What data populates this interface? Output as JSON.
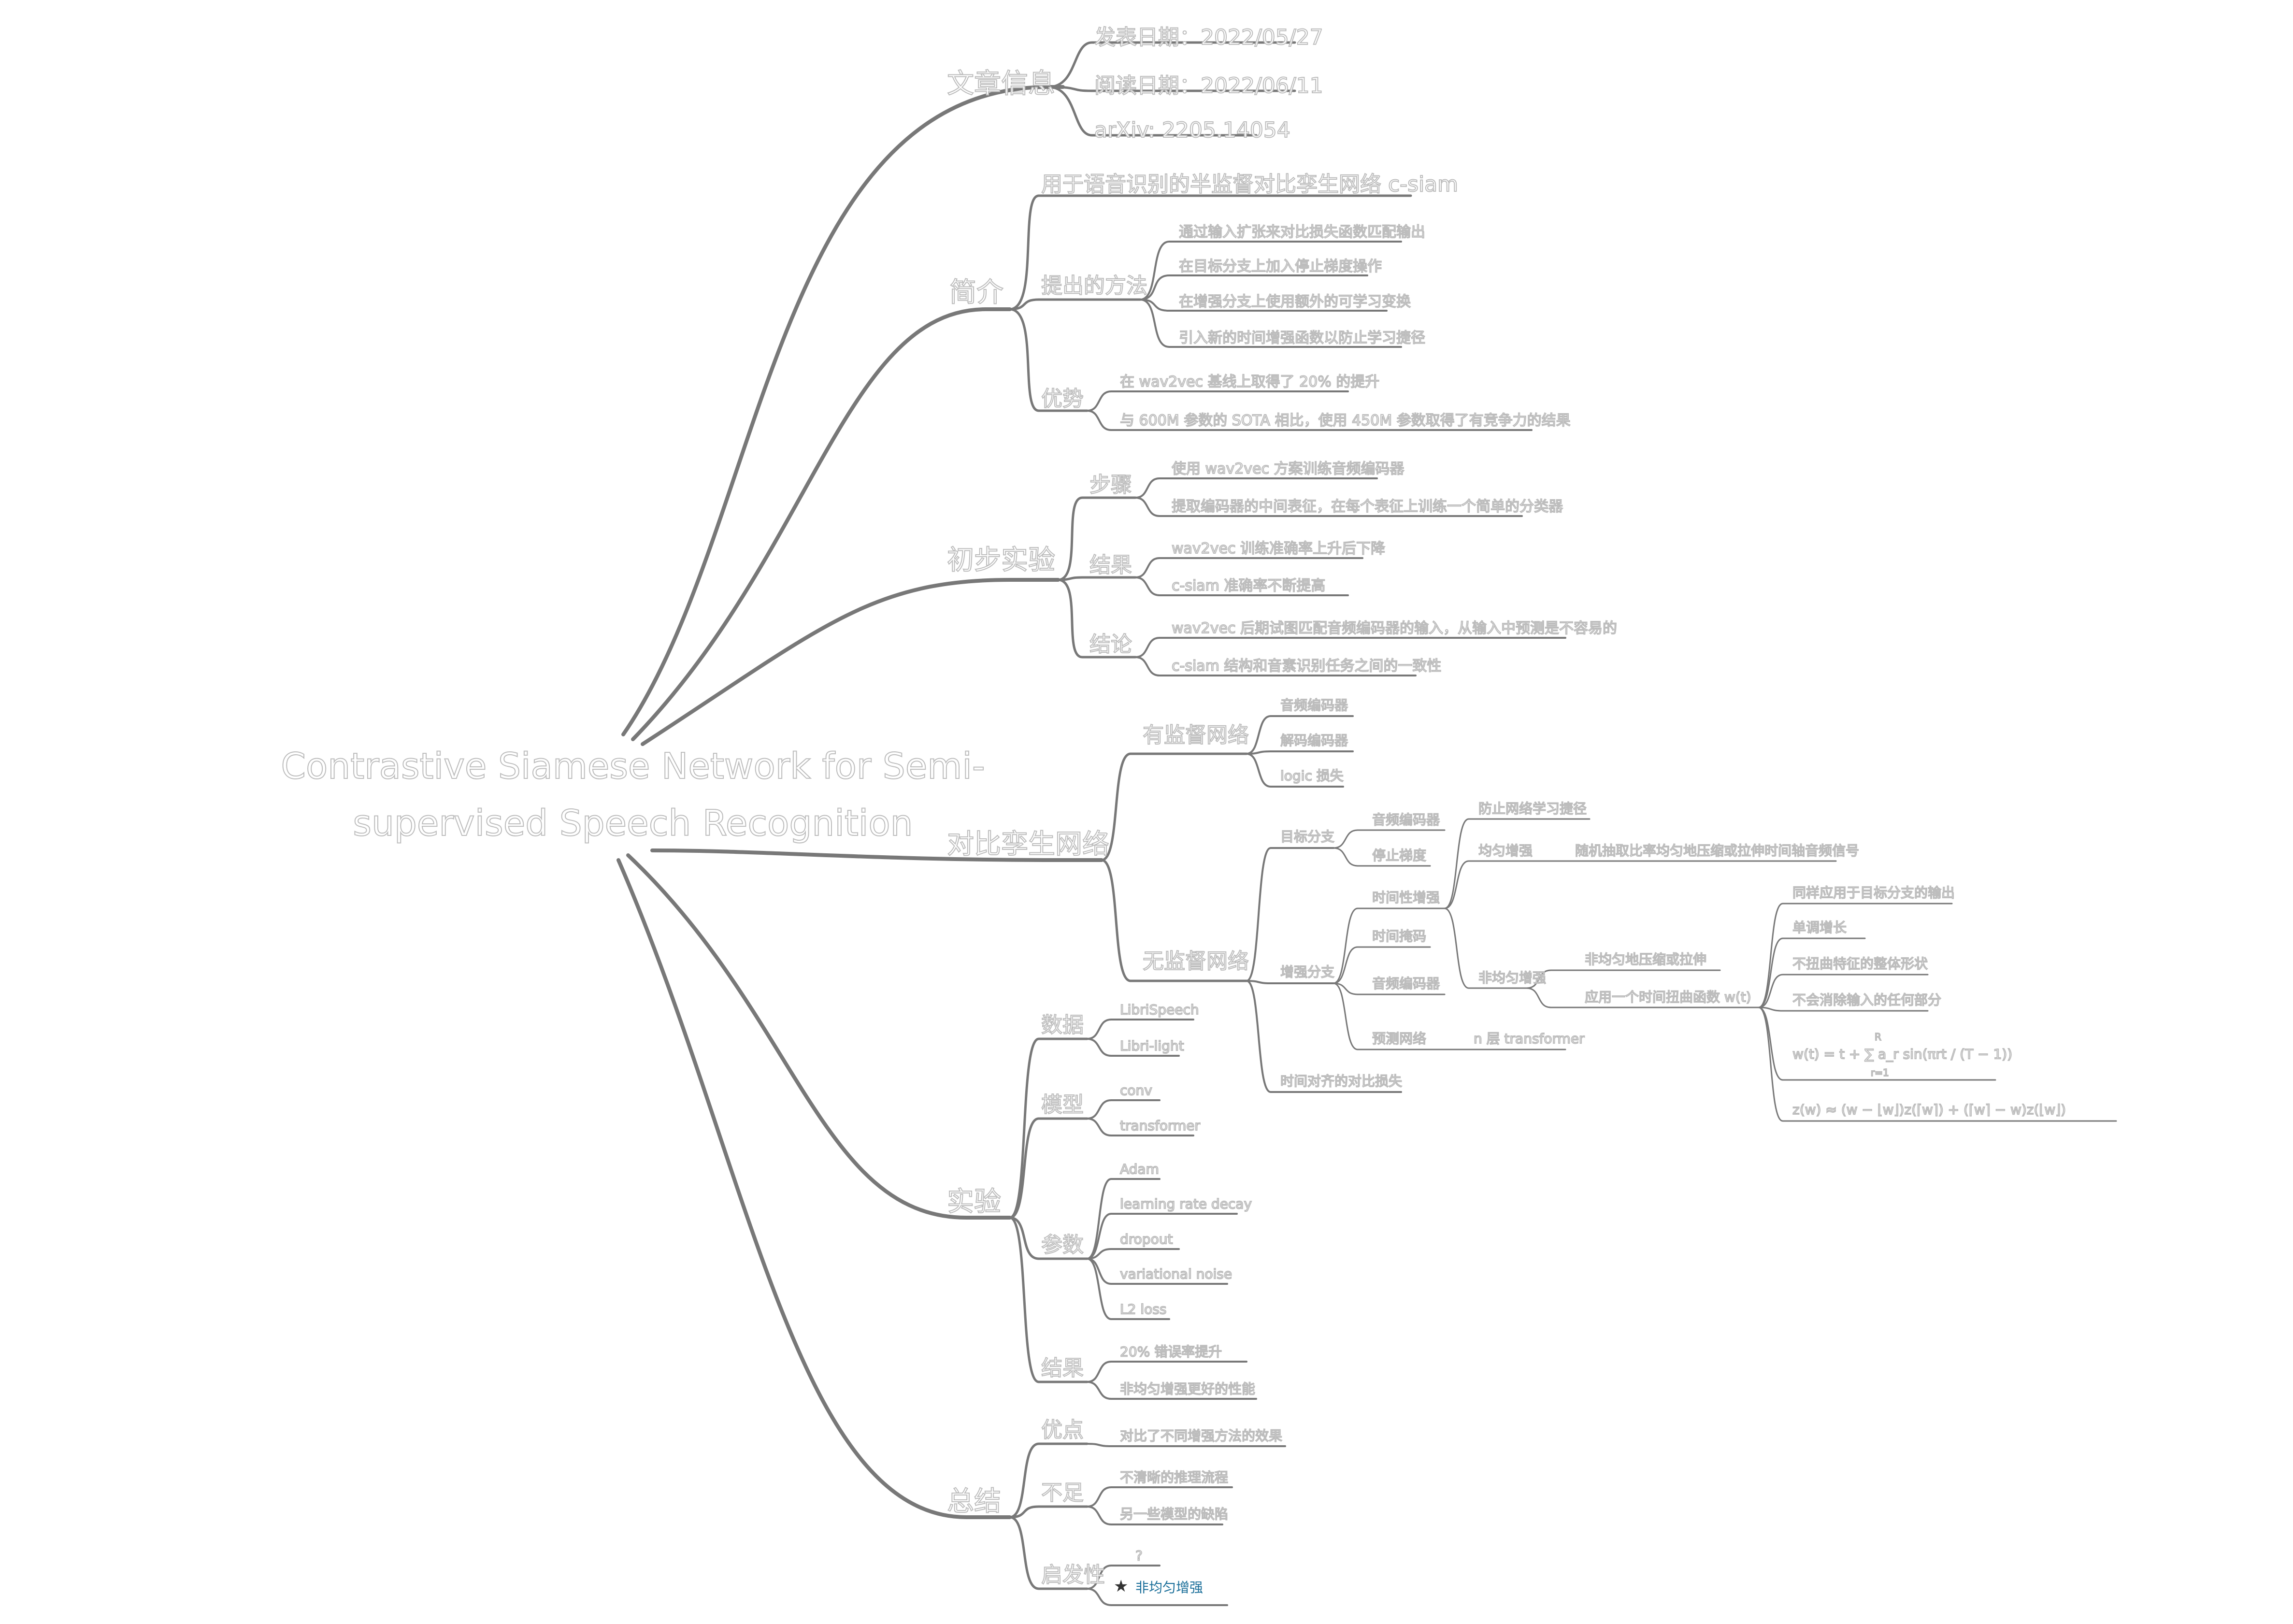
{
  "root": {
    "title": "Contrastive Siamese Network for Semi-supervised Speech Recognition"
  },
  "info": {
    "label": "文章信息",
    "items": [
      "发表日期：2022/05/27",
      "阅读日期：2022/06/11",
      "arXiv: 2205.14054"
    ]
  },
  "intro": {
    "label": "简介",
    "summary": "用于语音识别的半监督对比孪生网络 c-siam",
    "method": {
      "label": "提出的方法",
      "items": [
        "通过输入扩张来对比损失函数匹配输出",
        "在目标分支上加入停止梯度操作",
        "在增强分支上使用额外的可学习变换",
        "引入新的时间增强函数以防止学习捷径"
      ]
    },
    "advantage": {
      "label": "优势",
      "items": [
        "在 wav2vec 基线上取得了 20% 的提升",
        "与 600M 参数的 SOTA 相比，使用 450M 参数取得了有竞争力的结果"
      ]
    }
  },
  "prelim": {
    "label": "初步实验",
    "steps": {
      "label": "步骤",
      "items": [
        "使用 wav2vec 方案训练音频编码器",
        "提取编码器的中间表征，在每个表征上训练一个简单的分类器"
      ]
    },
    "results": {
      "label": "结果",
      "items": [
        "wav2vec 训练准确率上升后下降",
        "c-siam 准确率不断提高"
      ]
    },
    "conclusion": {
      "label": "结论",
      "items": [
        "wav2vec 后期试图匹配音频编码器的输入，从输入中预测是不容易的",
        "c-siam 结构和音素识别任务之间的一致性"
      ]
    }
  },
  "network": {
    "label": "对比孪生网络",
    "supervised": {
      "label": "有监督网络",
      "items": [
        "音频编码器",
        "解码编码器",
        "logic 损失"
      ]
    },
    "unsupervised": {
      "label": "无监督网络",
      "target": {
        "label": "目标分支",
        "items": [
          "音频编码器",
          "停止梯度"
        ]
      },
      "augment": {
        "label": "增强分支",
        "time_aug": {
          "label": "时间性增强",
          "note": "防止网络学习捷径",
          "uniform": {
            "label": "均匀增强",
            "note": "随机抽取比率均匀地压缩或拉伸时间轴音频信号"
          },
          "nonuniform": {
            "label": "非均匀增强",
            "compress": "非均匀地压缩或拉伸",
            "warp": {
              "label": "应用一个时间扭曲函数 w(t)",
              "items": [
                "同样应用于目标分支的输出",
                "单调增长",
                "不扭曲特征的整体形状",
                "不会消除输入的任何部分"
              ],
              "formula1": "w(t) = t + ∑ a_r sin(πrt / (T − 1))",
              "formula1_sub": "r=1",
              "formula1_sup": "R",
              "formula2": "z(w) ≈ (w − ⌊w⌋)z(⌈w⌉) + (⌈w⌉ − w)z(⌊w⌋)"
            }
          }
        },
        "masking": "时间掩码",
        "encoder": "音频编码器",
        "predictor": {
          "label": "预测网络",
          "note": "n 层 transformer"
        }
      },
      "loss": "时间对齐的对比损失"
    }
  },
  "experiment": {
    "label": "实验",
    "data": {
      "label": "数据",
      "items": [
        "LibriSpeech",
        "Libri-light"
      ]
    },
    "model": {
      "label": "模型",
      "items": [
        "conv",
        "transformer"
      ]
    },
    "params": {
      "label": "参数",
      "items": [
        "Adam",
        "learning rate decay",
        "dropout",
        "variational noise",
        "L2 loss"
      ]
    },
    "results": {
      "label": "结果",
      "items": [
        "20% 错误率提升",
        "非均匀增强更好的性能"
      ]
    }
  },
  "summary": {
    "label": "总结",
    "pros": {
      "label": "优点",
      "items": [
        "对比了不同增强方法的效果"
      ]
    },
    "cons": {
      "label": "不足",
      "items": [
        "不清晰的推理流程",
        "另一些模型的缺陷"
      ]
    },
    "inspire": {
      "label": "启发性",
      "items": [
        "?",
        "非均匀增强"
      ]
    }
  },
  "colors": {
    "line": "#787878",
    "text": "#bdbdbd",
    "highlight": "#1b6f9a"
  }
}
